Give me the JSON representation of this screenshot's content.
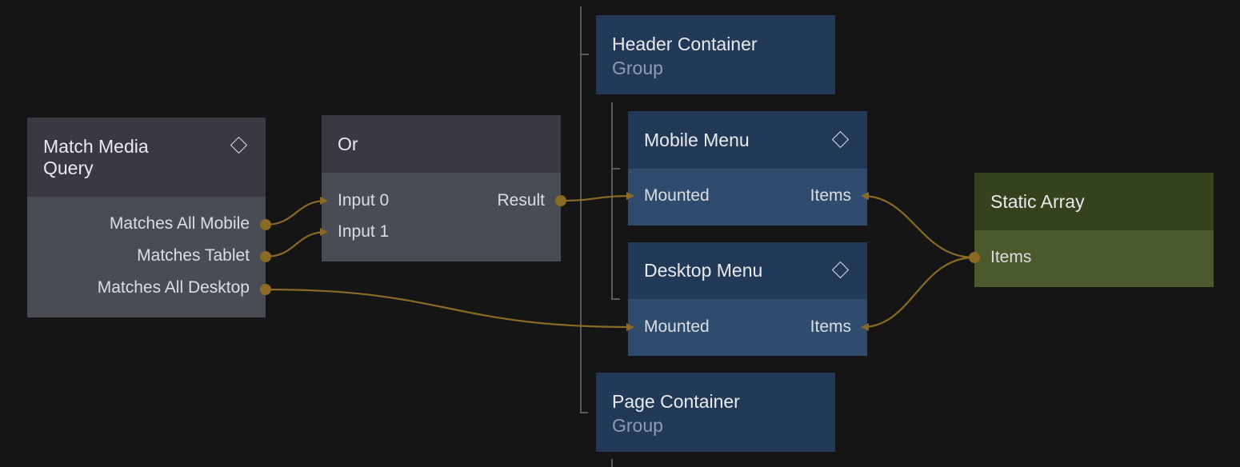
{
  "colors": {
    "background": "#151515",
    "wire": "#8a6a24",
    "tree_line": "#5a5a5a",
    "gray_header": "#393a41",
    "gray_body": "#4a4c54",
    "blue_header": "#223a57",
    "blue_body": "#2f4c6f",
    "green_header": "#34421e",
    "green_body": "#4b5a2d"
  },
  "nodes": {
    "match_media_query": {
      "title": "Match Media Query",
      "icon": "diamond-icon",
      "outputs": [
        "Matches All Mobile",
        "Matches Tablet",
        "Matches All Desktop"
      ]
    },
    "or": {
      "title": "Or",
      "inputs": [
        "Input 0",
        "Input 1"
      ],
      "output": "Result"
    },
    "header_container": {
      "title": "Header Container",
      "subtitle": "Group"
    },
    "mobile_menu": {
      "title": "Mobile Menu",
      "icon": "diamond-icon",
      "input": "Mounted",
      "items": "Items"
    },
    "desktop_menu": {
      "title": "Desktop Menu",
      "icon": "diamond-icon",
      "input": "Mounted",
      "items": "Items"
    },
    "page_container": {
      "title": "Page Container",
      "subtitle": "Group"
    },
    "static_array": {
      "title": "Static Array",
      "output": "Items"
    }
  },
  "connections": [
    {
      "from": "Match Media Query.Matches All Mobile",
      "to": "Or.Input 0"
    },
    {
      "from": "Match Media Query.Matches Tablet",
      "to": "Or.Input 1"
    },
    {
      "from": "Or.Result",
      "to": "Mobile Menu.Mounted"
    },
    {
      "from": "Match Media Query.Matches All Desktop",
      "to": "Desktop Menu.Mounted"
    },
    {
      "from": "Static Array.Items",
      "to": "Mobile Menu.Items"
    },
    {
      "from": "Static Array.Items",
      "to": "Desktop Menu.Items"
    }
  ]
}
